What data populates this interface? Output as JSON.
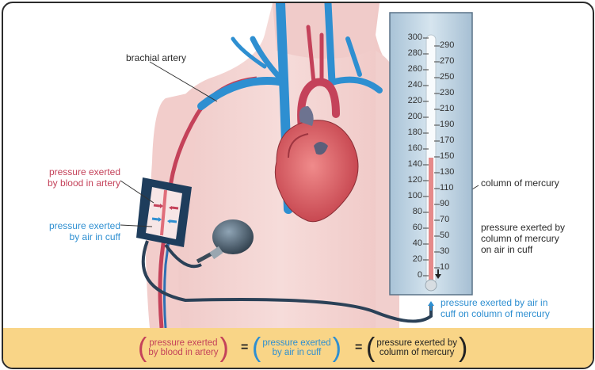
{
  "labels": {
    "brachial_artery": "brachial artery",
    "blood_pressure_line1": "pressure exerted",
    "blood_pressure_line2": "by blood in artery",
    "air_pressure_line1": "pressure exerted",
    "air_pressure_line2": "by air in cuff",
    "column_mercury": "column of mercury",
    "mercury_on_air_line1": "pressure exerted by",
    "mercury_on_air_line2": "column of mercury",
    "mercury_on_air_line3": "on air in cuff",
    "air_on_mercury_line1": "pressure exerted by air in",
    "air_on_mercury_line2": "cuff on column of mercury"
  },
  "scale_left": [
    "300",
    "280",
    "260",
    "240",
    "220",
    "200",
    "180",
    "160",
    "140",
    "120",
    "100",
    "80",
    "60",
    "40",
    "20",
    "0"
  ],
  "scale_right": [
    "290",
    "270",
    "250",
    "230",
    "210",
    "190",
    "170",
    "150",
    "130",
    "110",
    "90",
    "70",
    "50",
    "30",
    "10"
  ],
  "equation": {
    "term1_line1": "pressure exerted",
    "term1_line2": "by blood in artery",
    "equals1": "=",
    "term2_line1": "pressure exerted",
    "term2_line2": "by air in cuff",
    "equals2": "=",
    "term3_line1": "pressure exerted by",
    "term3_line2": "column of mercury"
  },
  "colors": {
    "blood_red": "#c4425a",
    "air_blue": "#2e8fd1",
    "footer": "#f9d587",
    "skin": "#f3d1cf",
    "mercury": "#e58a8a"
  }
}
